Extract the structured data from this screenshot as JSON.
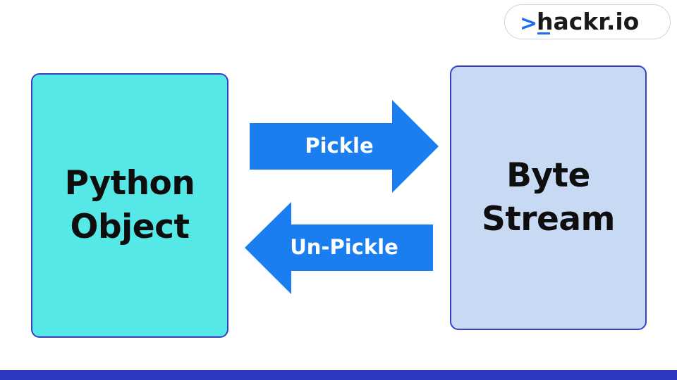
{
  "logo": {
    "chevron": ">",
    "text": "hackr.io",
    "chevron_color": "#1c6df0",
    "text_color": "#1a1a1a",
    "underline_color": "#1c6df0"
  },
  "left_box": {
    "line1": "Python",
    "line2": "Object",
    "fill": "#55e8e6",
    "border": "#3a3fc4"
  },
  "right_box": {
    "line1": "Byte",
    "line2": "Stream",
    "fill": "#c7d9f3",
    "border": "#3a3fc4"
  },
  "arrows": {
    "forward_label": "Pickle",
    "backward_label": "Un-Pickle",
    "color": "#1a7ef0"
  },
  "footer": {
    "bar_color": "#2e39c2"
  }
}
